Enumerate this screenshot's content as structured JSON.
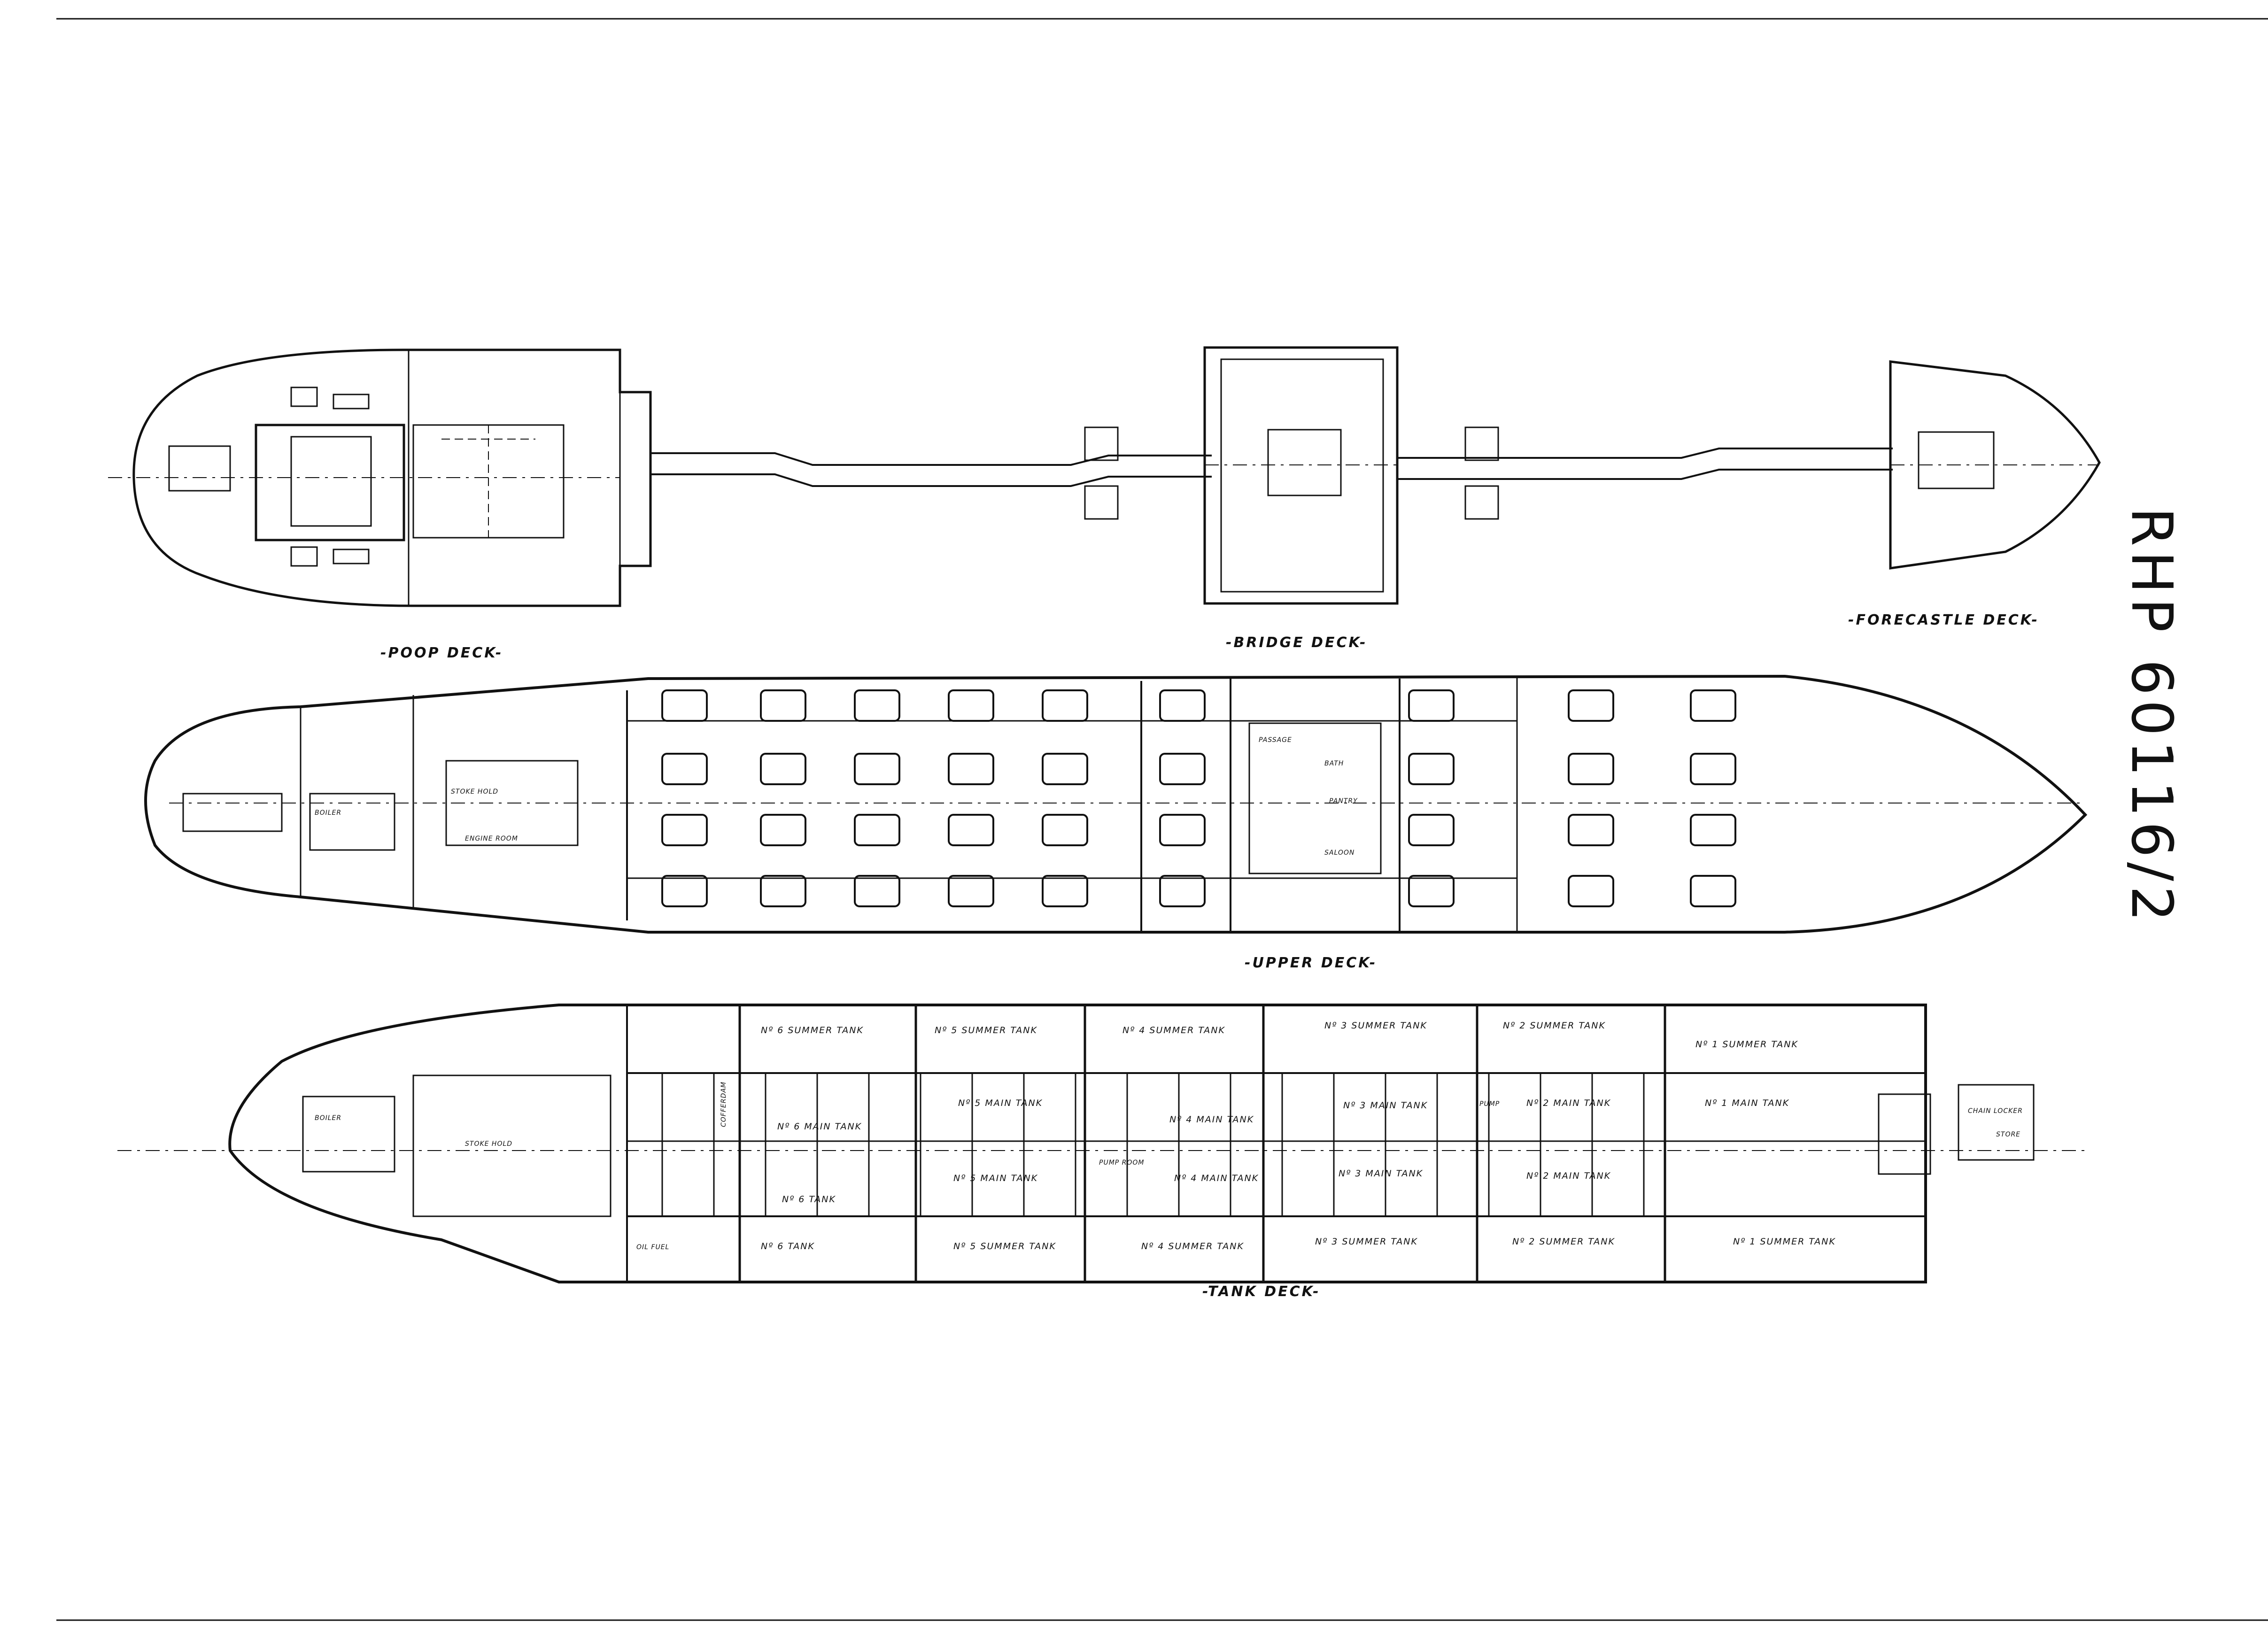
{
  "drawing_number": "RHP 60116/2",
  "decks": {
    "poop": "-POOP DECK-",
    "bridge": "-BRIDGE DECK-",
    "forecastle": "-FORECASTLE DECK-",
    "upper": "-UPPER DECK-",
    "tank": "-TANK DECK-"
  },
  "upper_deck_labels": [
    "BOILER",
    "STOKE HOLD",
    "ENGINE ROOM",
    "SALOON",
    "PANTRY",
    "PASSAGE",
    "BATH"
  ],
  "tank_labels": {
    "top_row": [
      "Nº 6 SUMMER TANK",
      "Nº 5 SUMMER TANK",
      "Nº 4 SUMMER TANK",
      "Nº 3 SUMMER TANK",
      "Nº 2 SUMMER TANK",
      "Nº 1 SUMMER TANK"
    ],
    "upper_main": [
      "Nº 6 MAIN TANK",
      "Nº 5 MAIN TANK",
      "Nº 4 MAIN TANK",
      "Nº 3 MAIN TANK",
      "Nº 2 MAIN TANK",
      "Nº 1 MAIN TANK"
    ],
    "lower_main": [
      "Nº 6 TANK",
      "Nº 5 MAIN TANK",
      "Nº 4 MAIN TANK",
      "Nº 3 MAIN TANK",
      "Nº 2 MAIN TANK"
    ],
    "bottom_row": [
      "OIL FUEL",
      "Nº 6 TANK",
      "Nº 5 SUMMER TANK",
      "Nº 4 SUMMER TANK",
      "Nº 3 SUMMER TANK",
      "Nº 2 SUMMER TANK",
      "Nº 1 SUMMER TANK"
    ],
    "misc": [
      "BOILER",
      "STOKE HOLD",
      "PUMP",
      "PUMP ROOM",
      "COFFERDAM",
      "CHAIN LOCKER",
      "STORE"
    ]
  }
}
